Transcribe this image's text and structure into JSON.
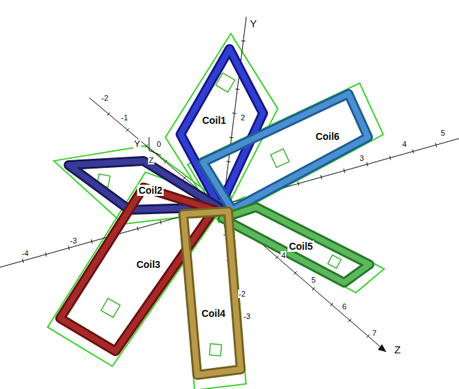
{
  "diagram": {
    "nodes": [
      {
        "text": [
          "Coil1"
        ]
      },
      {
        "text": [
          "Coil6"
        ]
      },
      {
        "text": [
          "Coil2"
        ]
      },
      {
        "text": [
          "Coil5"
        ]
      },
      {
        "text": [
          "Coil3"
        ]
      },
      {
        "text": [
          "Coil4"
        ]
      }
    ],
    "labels": [
      "-2",
      "-1",
      "Y",
      "0",
      "Z",
      "2",
      "Y",
      "3",
      "4",
      "5",
      "-3",
      "-4",
      "4",
      "5",
      "6",
      "7",
      "Z",
      "-2",
      "-3"
    ]
  }
}
